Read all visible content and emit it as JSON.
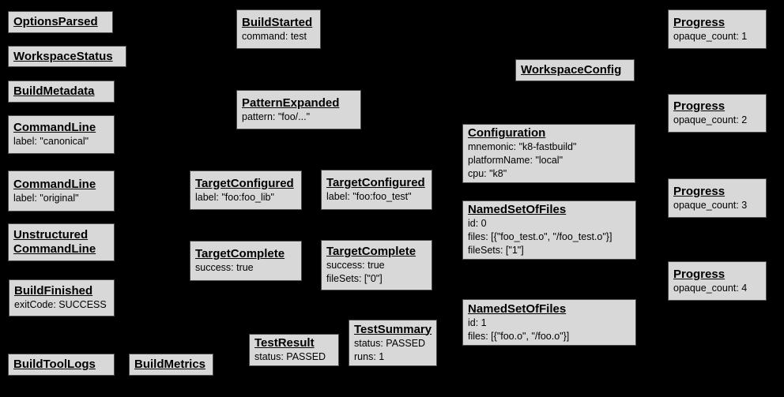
{
  "colors": {
    "background": "#000000",
    "node_fill": "#d8d8d8",
    "node_border": "#4c4c4c",
    "node_text": "#000000"
  },
  "diagram": {
    "description": "Build event protocol event graph",
    "nodes": [
      {
        "name": "options-parsed",
        "title": "OptionsParsed",
        "lines": []
      },
      {
        "name": "workspace-status",
        "title": "WorkspaceStatus",
        "lines": []
      },
      {
        "name": "build-metadata",
        "title": "BuildMetadata",
        "lines": []
      },
      {
        "name": "command-line-canonical",
        "title": "CommandLine",
        "lines": [
          "label: \"canonical\""
        ]
      },
      {
        "name": "command-line-original",
        "title": "CommandLine",
        "lines": [
          "label: \"original\""
        ]
      },
      {
        "name": "unstructured-command-line",
        "title": "Unstructured\nCommandLine",
        "lines": []
      },
      {
        "name": "build-finished",
        "title": "BuildFinished",
        "lines": [
          "exitCode: SUCCESS"
        ]
      },
      {
        "name": "build-tool-logs",
        "title": "BuildToolLogs",
        "lines": []
      },
      {
        "name": "build-metrics",
        "title": "BuildMetrics",
        "lines": []
      },
      {
        "name": "build-started",
        "title": "BuildStarted",
        "lines": [
          "command: test"
        ]
      },
      {
        "name": "pattern-expanded",
        "title": "PatternExpanded",
        "lines": [
          "pattern: \"foo/...\""
        ]
      },
      {
        "name": "target-configured-foo-lib",
        "title": "TargetConfigured",
        "lines": [
          "label: \"foo:foo_lib\""
        ]
      },
      {
        "name": "target-configured-foo-test",
        "title": "TargetConfigured",
        "lines": [
          "label: \"foo:foo_test\""
        ]
      },
      {
        "name": "target-complete-foo-lib",
        "title": "TargetComplete",
        "lines": [
          "success: true"
        ]
      },
      {
        "name": "target-complete-foo-test",
        "title": "TargetComplete",
        "lines": [
          "success: true",
          "fileSets: [\"0\"]"
        ]
      },
      {
        "name": "test-result",
        "title": "TestResult",
        "lines": [
          "status: PASSED"
        ]
      },
      {
        "name": "test-summary",
        "title": "TestSummary",
        "lines": [
          "status: PASSED",
          "runs: 1"
        ]
      },
      {
        "name": "workspace-config",
        "title": "WorkspaceConfig",
        "lines": []
      },
      {
        "name": "configuration",
        "title": "Configuration",
        "lines": [
          "mnemonic: \"k8-fastbuild\"",
          "platformName: \"local\"",
          "cpu: \"k8\""
        ]
      },
      {
        "name": "named-set-of-files-0",
        "title": "NamedSetOfFiles",
        "lines": [
          "id: 0",
          "files: [{\"foo_test.o\", \"/foo_test.o\"}]",
          "fileSets: [\"1\"]"
        ]
      },
      {
        "name": "named-set-of-files-1",
        "title": "NamedSetOfFiles",
        "lines": [
          "id: 1",
          "files: [{\"foo.o\", \"/foo.o\"}]"
        ]
      },
      {
        "name": "progress-1",
        "title": "Progress",
        "lines": [
          "opaque_count: 1"
        ]
      },
      {
        "name": "progress-2",
        "title": "Progress",
        "lines": [
          "opaque_count: 2"
        ]
      },
      {
        "name": "progress-3",
        "title": "Progress",
        "lines": [
          "opaque_count: 3"
        ]
      },
      {
        "name": "progress-4",
        "title": "Progress",
        "lines": [
          "opaque_count: 4"
        ]
      }
    ]
  }
}
